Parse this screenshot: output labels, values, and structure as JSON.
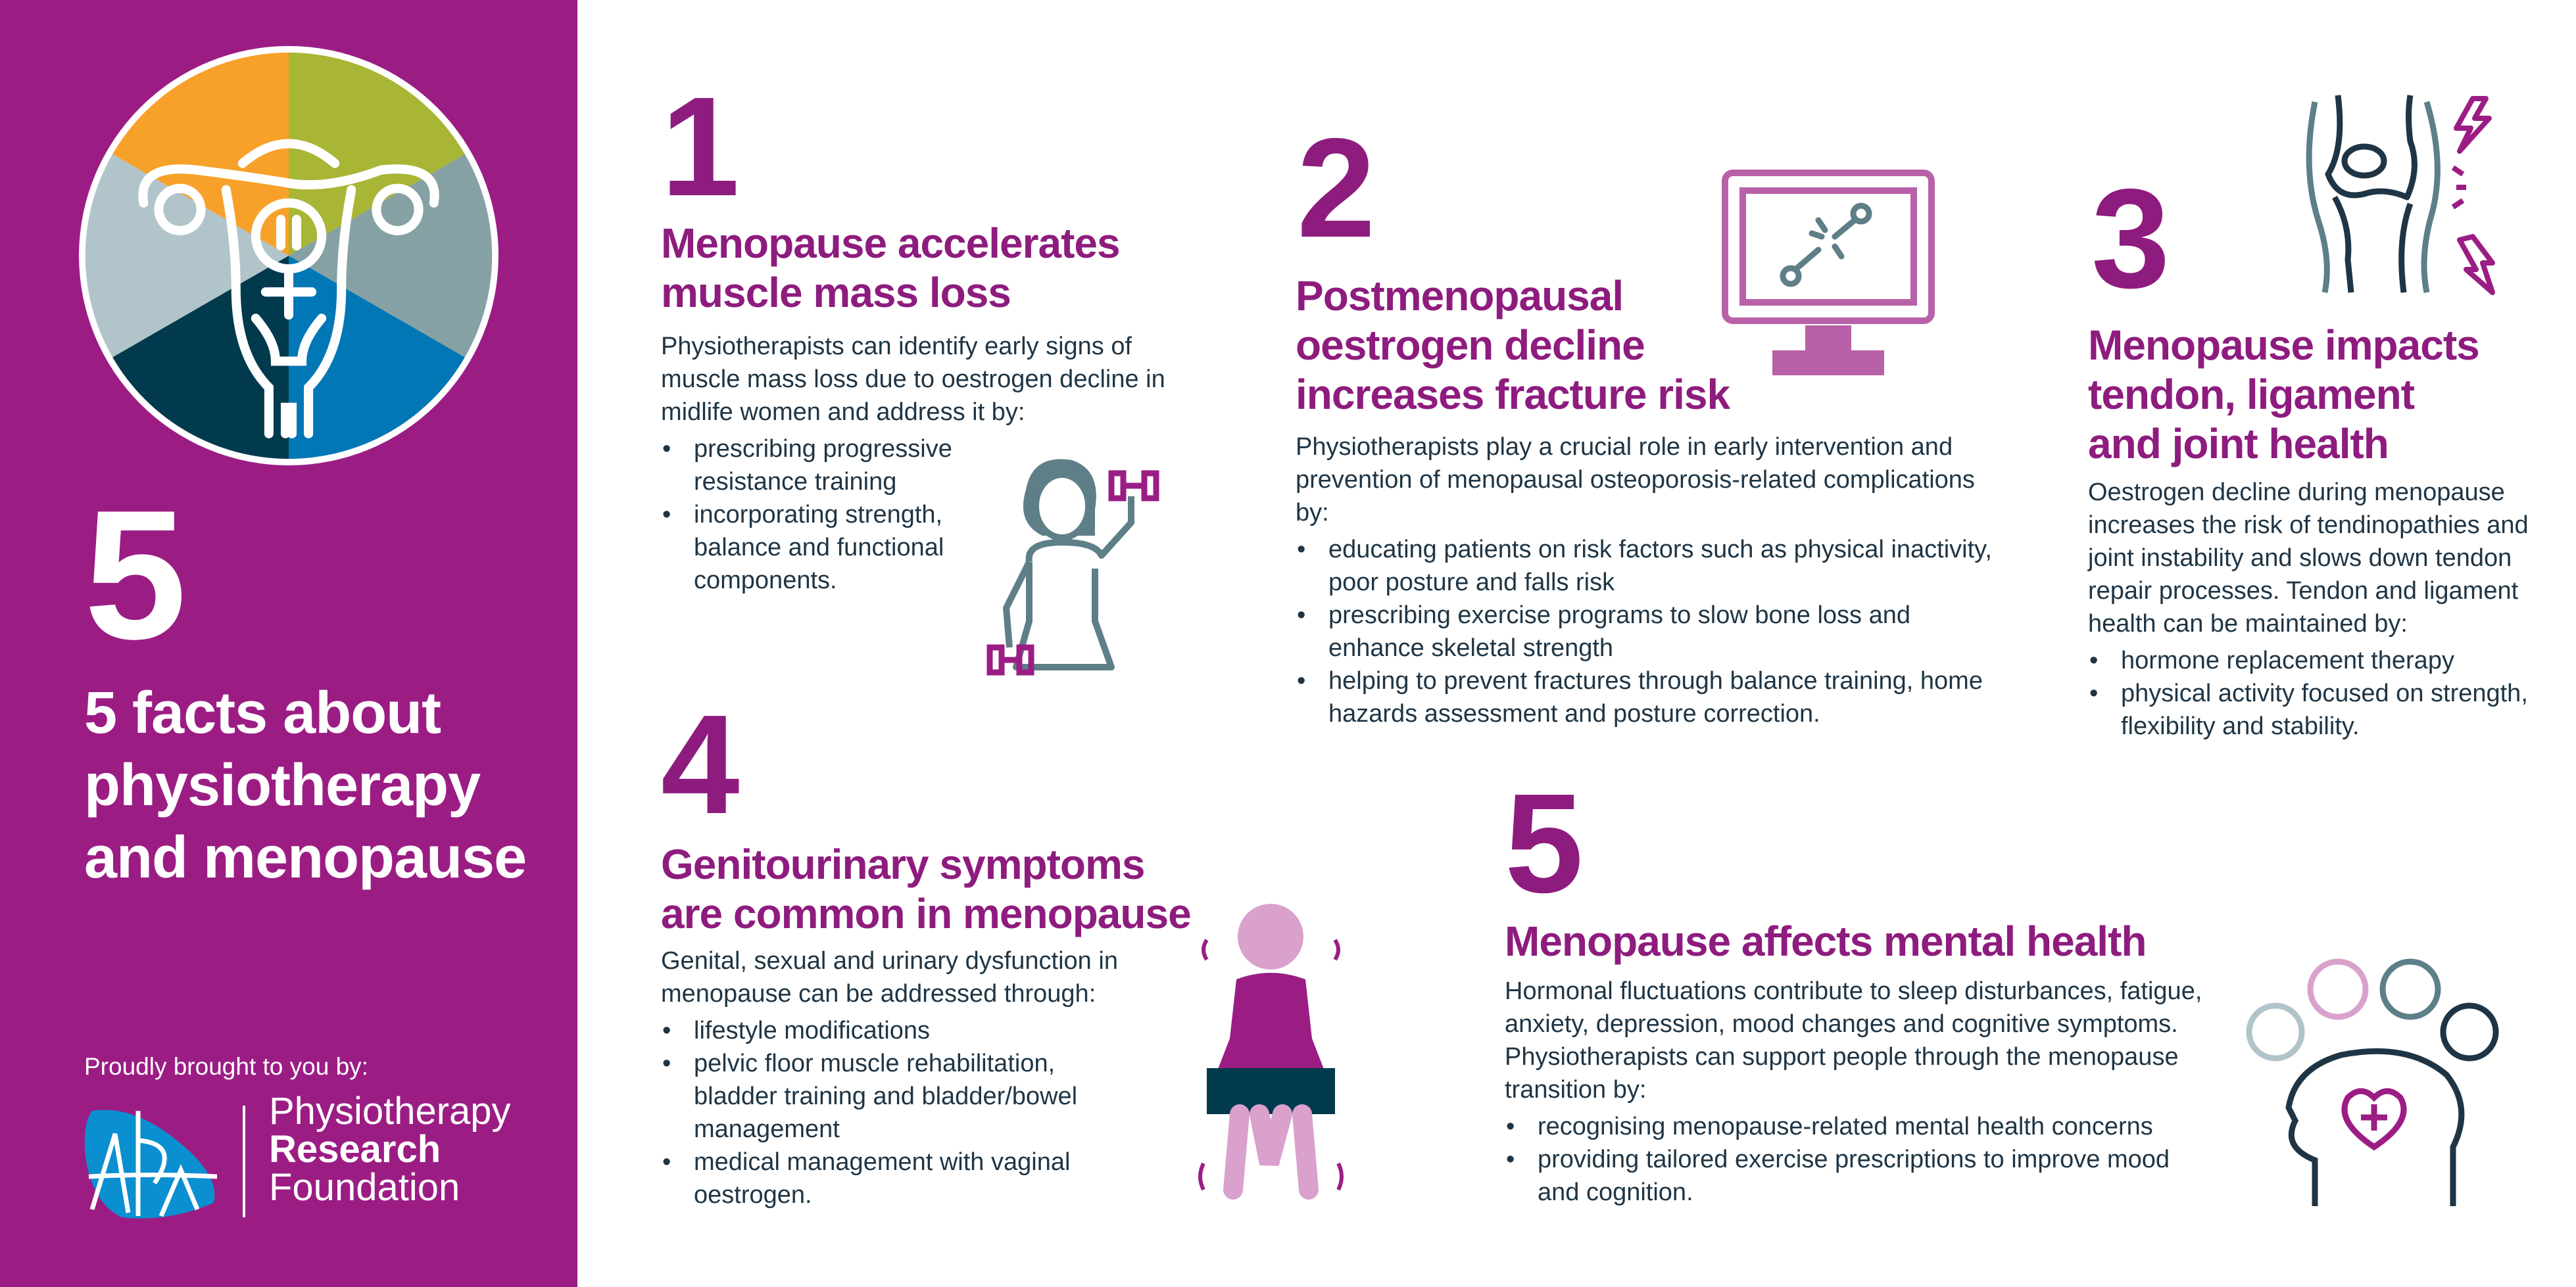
{
  "sidebar": {
    "big_number": "5",
    "title_lines": [
      "5 facts about",
      "physiotherapy",
      "and menopause"
    ],
    "credit": "Proudly brought to you by:",
    "logo": {
      "mark": "APA",
      "lines": [
        "Physiotherapy",
        "Research",
        "Foundation"
      ]
    },
    "colors": {
      "background": "#9b1d84",
      "wheel": [
        "#f7a12a",
        "#a9b535",
        "#86a1a4",
        "#0277b6",
        "#023a4d",
        "#b1c4ca"
      ]
    }
  },
  "facts": [
    {
      "number": "1",
      "heading": [
        "Menopause accelerates",
        "muscle mass loss"
      ],
      "intro": "Physiotherapists can identify early signs of muscle mass loss due to oestrogen decline in midlife women and address it by:",
      "bullets": [
        "prescribing progressive resistance training",
        "incorporating strength, balance and functional components."
      ]
    },
    {
      "number": "2",
      "heading": [
        "Postmenopausal",
        "oestrogen decline",
        "increases fracture risk"
      ],
      "intro": "Physiotherapists play a crucial role in early intervention and prevention of menopausal osteoporosis-related complications by:",
      "bullets": [
        "educating patients on risk factors such as physical inactivity, poor posture and falls risk",
        "prescribing exercise programs to slow bone loss and enhance skeletal strength",
        "helping to prevent fractures through balance training, home hazards assessment and posture correction."
      ]
    },
    {
      "number": "3",
      "heading": [
        "Menopause impacts",
        "tendon, ligament",
        "and joint health"
      ],
      "intro": "Oestrogen decline during menopause increases the risk of tendinopathies and joint instability and slows down tendon repair processes. Tendon and ligament health can be maintained by:",
      "bullets": [
        "hormone replacement therapy",
        "physical activity focused on strength, flexibility and stability."
      ]
    },
    {
      "number": "4",
      "heading": [
        "Genitourinary symptoms",
        "are common in menopause"
      ],
      "intro": "Genital, sexual and urinary dysfunction in menopause can be addressed through:",
      "bullets": [
        "lifestyle modifications",
        "pelvic floor muscle rehabilitation, bladder training and bladder/bowel management",
        "medical management with vaginal oestrogen."
      ]
    },
    {
      "number": "5",
      "heading": [
        "Menopause affects mental health"
      ],
      "intro": "Hormonal fluctuations contribute to sleep disturbances, fatigue, anxiety, depression, mood changes and cognitive symptoms. Physiotherapists can support people through the menopause transition by:",
      "bullets": [
        "recognising menopause-related mental health concerns",
        "providing tailored exercise prescriptions to improve mood and cognition."
      ]
    }
  ],
  "colors": {
    "accent": "#8e1c7e",
    "text": "#1f3545",
    "icon_slate": "#5e7f87",
    "icon_pink": "#d9a1cc"
  }
}
